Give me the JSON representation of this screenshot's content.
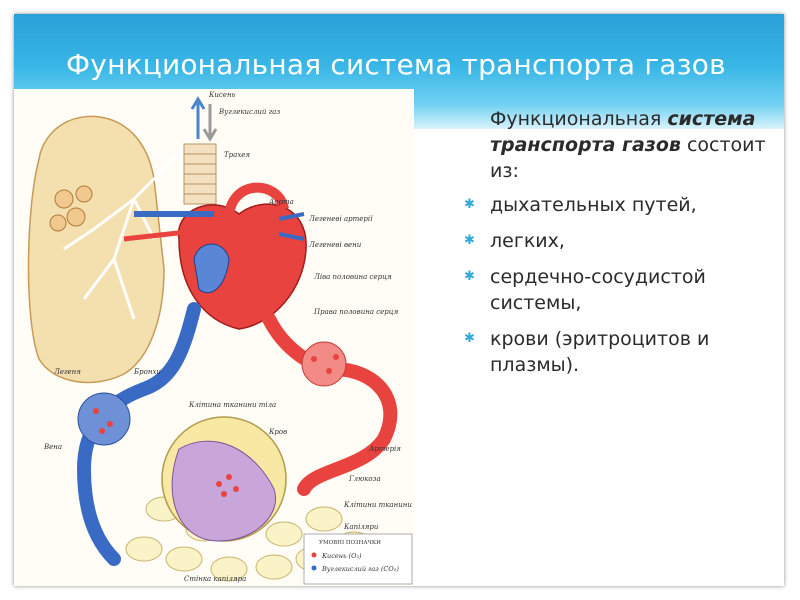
{
  "slide": {
    "title": "Функциональная система транспорта газов",
    "intro": {
      "part1": "Функциональная ",
      "emphasis": "система транспорта газов",
      "part2": " состоит из:"
    },
    "items": [
      " дыхательных путей,",
      "легких,",
      "сердечно-сосудистой системы,",
      "крови (эритроцитов и плазмы)."
    ]
  },
  "diagram": {
    "labels": {
      "oxygen": "Кисень",
      "co2": "Вуглекислий газ",
      "trachea": "Трахея",
      "aorta": "Аорта",
      "pulm_arteries": "Легеневі артерії",
      "pulm_veins": "Легеневі вени",
      "left_heart": "Ліва половина серця",
      "right_heart": "Права половина серця",
      "lung": "Легеня",
      "bronchi": "Бронхи",
      "tissue_cell": "Клітина тканини тіла",
      "blood": "Кров",
      "artery": "Артерія",
      "vein": "Вена",
      "glucose": "Глюкоза",
      "tissue_cells": "Клітини тканини тіла",
      "capillaries": "Капіляри",
      "capillary_wall": "Стінка капіляра",
      "legend_title": "УМОВНІ ПОЗНАЧКИ",
      "legend_o2": "Кисень (O₂)",
      "legend_co2": "Вуглекислий газ (CO₂)"
    }
  },
  "colors": {
    "header_top": "#2aa0d8",
    "header_bottom": "#d9f2fb",
    "bullet": "#35a9d6",
    "artery_red": "#e8433f",
    "vein_blue": "#3a6bc4",
    "lung_tan": "#f4dfae",
    "tissue_purple": "#c8a6d9"
  }
}
